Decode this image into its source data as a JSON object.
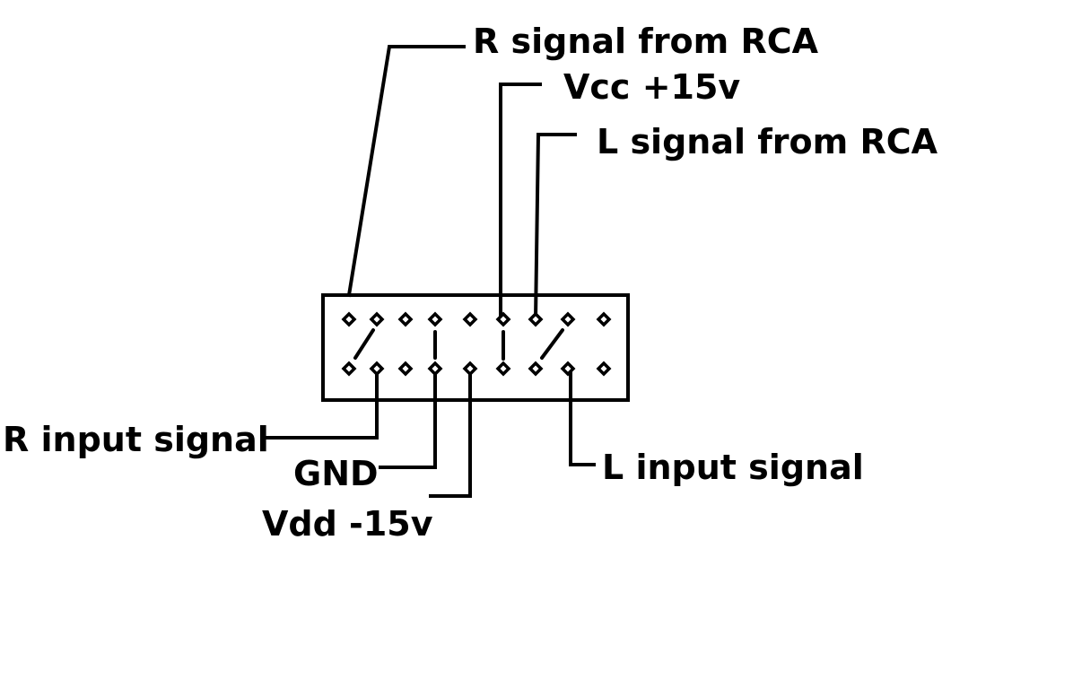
{
  "labels": {
    "r_signal_from_rca": "R signal from RCA",
    "vcc": "Vcc +15v",
    "l_signal_from_rca": "L signal from RCA",
    "r_input_signal": "R input signal",
    "gnd": "GND",
    "vdd": "Vdd -15v",
    "l_input_signal": "L input signal"
  },
  "header": {
    "columns": 9,
    "rows": 2
  },
  "colors": {
    "ink": "#000000",
    "background": "#ffffff"
  }
}
